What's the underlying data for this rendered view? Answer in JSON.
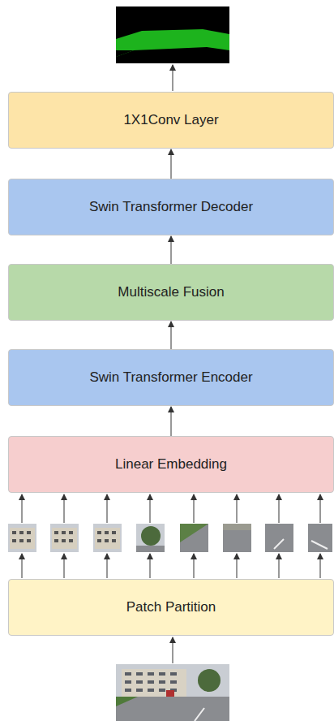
{
  "diagram": {
    "nodes": [
      {
        "text": [
          "1X1Conv Layer"
        ]
      },
      {
        "text": [
          "Swin Transformer Decoder"
        ]
      },
      {
        "text": [
          "Multiscale Fusion"
        ]
      },
      {
        "text": [
          "Swin Transformer Encoder"
        ]
      },
      {
        "text": [
          "Linear Embedding"
        ]
      },
      {
        "text": [
          "Patch Partition"
        ]
      }
    ],
    "edges": [
      {
        "from": 1,
        "to": 0,
        "arrow": "to"
      },
      {
        "from": 2,
        "to": 1,
        "arrow": "to"
      },
      {
        "from": 3,
        "to": 2,
        "arrow": "to"
      },
      {
        "from": 4,
        "to": 3,
        "arrow": "to"
      }
    ]
  }
}
